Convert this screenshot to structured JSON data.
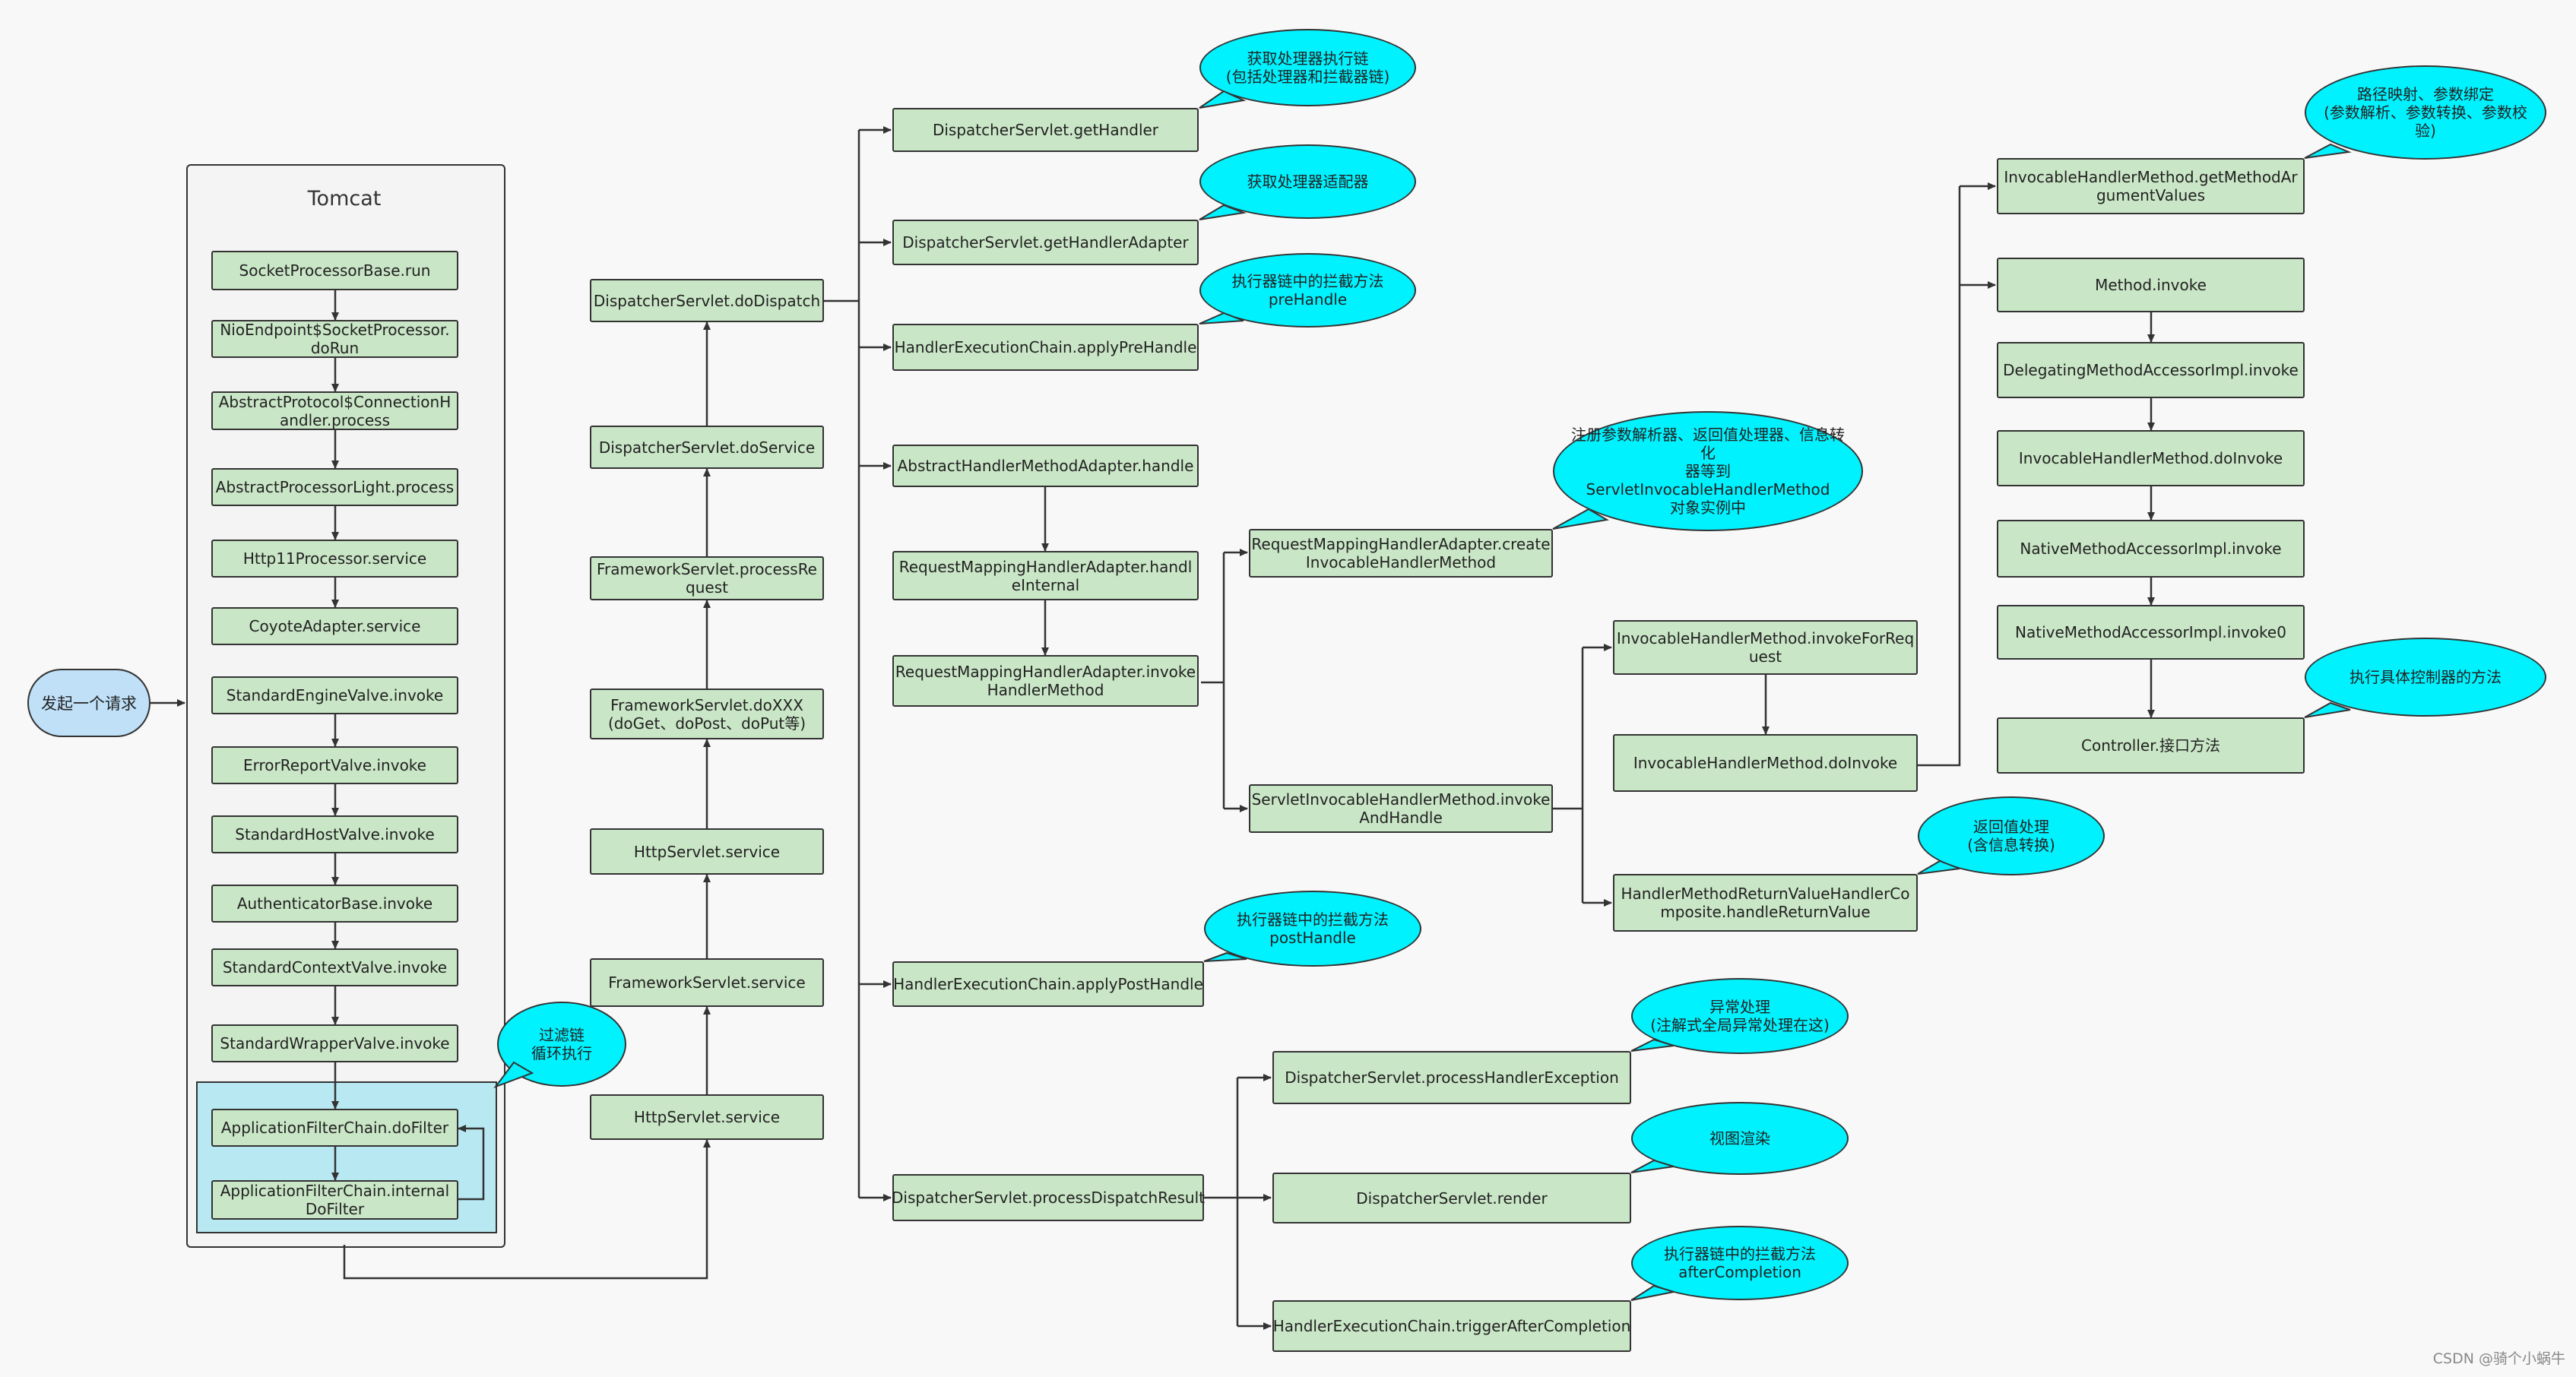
{
  "tomcat": {
    "title": "Tomcat"
  },
  "start": "发起一个请求",
  "nodes": {
    "socket_processor_run": "SocketProcessorBase.run",
    "nio_endpoint": "NioEndpoint$SocketProcessor.\ndoRun",
    "abstract_protocol": "AbstractProtocol$ConnectionH\nandler.process",
    "abstract_processor_light": "AbstractProcessorLight.process",
    "http11_processor": "Http11Processor.service",
    "coyote_adapter": "CoyoteAdapter.service",
    "standard_engine_valve": "StandardEngineValve.invoke",
    "error_report_valve": "ErrorReportValve.invoke",
    "standard_host_valve": "StandardHostValve.invoke",
    "authenticator_base": "AuthenticatorBase.invoke",
    "standard_context_valve": "StandardContextValve.invoke",
    "standard_wrapper_valve": "StandardWrapperValve.invoke",
    "app_filter_chain_do_filter": "ApplicationFilterChain.doFilter",
    "app_filter_chain_internal": "ApplicationFilterChain.internal\nDoFilter",
    "http_servlet_service_1": "HttpServlet.service",
    "framework_servlet_service": "FrameworkServlet.service",
    "http_servlet_service_2": "HttpServlet.service",
    "framework_servlet_doxxx": "FrameworkServlet.doXXX\n(doGet、doPost、doPut等)",
    "framework_servlet_process_request": "FrameworkServlet.processRe\nquest",
    "dispatcher_do_service": "DispatcherServlet.doService",
    "dispatcher_do_dispatch": "DispatcherServlet.doDispatch",
    "dispatcher_get_handler": "DispatcherServlet.getHandler",
    "dispatcher_get_handler_adapter": "DispatcherServlet.getHandlerAdapter",
    "apply_pre_handle": "HandlerExecutionChain.applyPreHandle",
    "abstract_handler_method_adapter": "AbstractHandlerMethodAdapter.handle",
    "rmha_handle_internal": "RequestMappingHandlerAdapter.handl\neInternal",
    "rmha_invoke_handler_method": "RequestMappingHandlerAdapter.invoke\nHandlerMethod",
    "rmha_create_ihm": "RequestMappingHandlerAdapter.create\nInvocableHandlerMethod",
    "sihm_invoke_and_handle": "ServletInvocableHandlerMethod.invoke\nAndHandle",
    "ihm_invoke_for_request": "InvocableHandlerMethod.invokeForReq\nuest",
    "ihm_do_invoke": "InvocableHandlerMethod.doInvoke",
    "return_value_handler": "HandlerMethodReturnValueHandlerCo\nmposite.handleReturnValue",
    "ihm_get_method_args": "InvocableHandlerMethod.getMethodAr\ngumentValues",
    "method_invoke": "Method.invoke",
    "delegating_accessor": "DelegatingMethodAccessorImpl.invoke",
    "ihm_do_invoke_2": "InvocableHandlerMethod.doInvoke",
    "native_accessor": "NativeMethodAccessorImpl.invoke",
    "native_accessor_0": "NativeMethodAccessorImpl.invoke0",
    "controller_method": "Controller.接口方法",
    "apply_post_handle": "HandlerExecutionChain.applyPostHandle",
    "process_dispatch_result": "DispatcherServlet.processDispatchResult",
    "process_handler_exception": "DispatcherServlet.processHandlerException",
    "dispatcher_render": "DispatcherServlet.render",
    "trigger_after_completion": "HandlerExecutionChain.triggerAfterCompletion"
  },
  "bubbles": {
    "filter_chain_loop": "过滤链\n循环执行",
    "get_handler_chain": "获取处理器执行链\n(包括处理器和拦截器链)",
    "get_handler_adapter": "获取处理器适配器",
    "pre_handle": "执行器链中的拦截方法\npreHandle",
    "register_resolvers": "注册参数解析器、返回值处理器、信息转化\n器等到ServletInvocableHandlerMethod\n对象实例中",
    "path_mapping": "路径映射、参数绑定\n(参数解析、参数转换、参数校验)",
    "exec_controller": "执行具体控制器的方法",
    "return_value": "返回值处理\n(含信息转换)",
    "post_handle": "执行器链中的拦截方法\npostHandle",
    "exception_handling": "异常处理\n(注解式全局异常处理在这)",
    "view_render": "视图渲染",
    "after_completion": "执行器链中的拦截方法\nafterCompletion"
  },
  "footer": "CSDN @骑个小蜗牛",
  "colors": {
    "node_fill": "#c9e6c6",
    "bubble_fill": "#00f2ff",
    "start_fill": "#bfe0f7",
    "filter_fill": "#b8e9f2",
    "stroke": "#333333"
  }
}
